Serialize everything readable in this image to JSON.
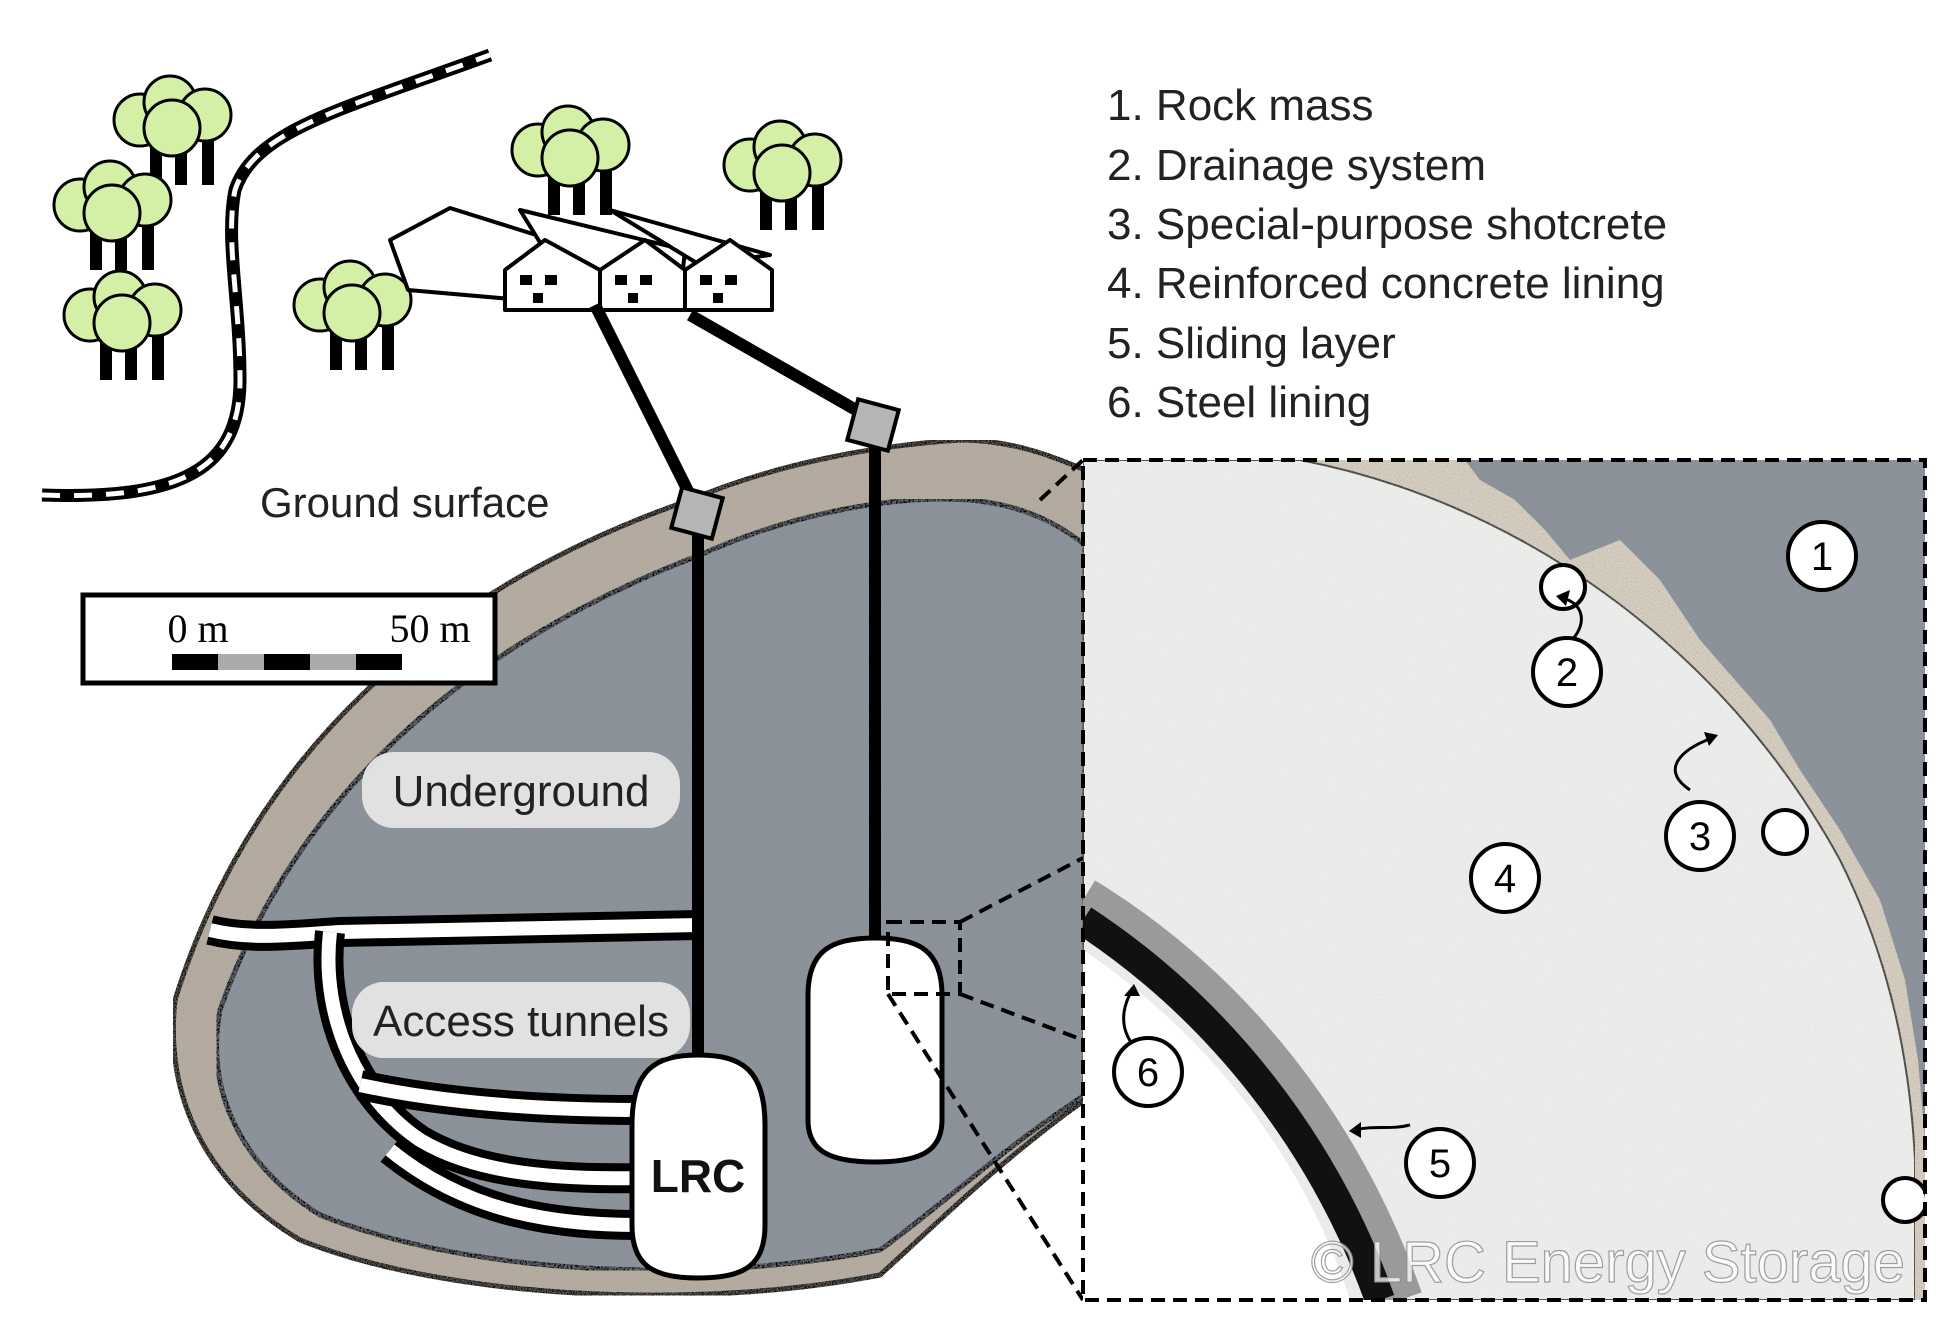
{
  "legend": {
    "items": [
      "1. Rock mass",
      "2. Drainage system",
      "3. Special-purpose shotcrete",
      "4. Reinforced concrete lining",
      "5. Sliding layer",
      "6. Steel lining"
    ]
  },
  "labels": {
    "ground_surface": "Ground surface",
    "underground": "Underground",
    "access_tunnels": "Access tunnels",
    "lrc": "LRC"
  },
  "scale_bar": {
    "min_label": "0 m",
    "max_label": "50 m"
  },
  "callouts": [
    "1",
    "2",
    "3",
    "4",
    "5",
    "6"
  ],
  "watermark": "© LRC Energy Storage",
  "colors": {
    "rock": "#8d939b",
    "soil": "#b7ada2",
    "shotcrete": "#d9d2c3",
    "concrete": "#ededeb",
    "tree": "#d4f0a6",
    "steel": "#111111",
    "sliding": "#9a9a9a"
  }
}
